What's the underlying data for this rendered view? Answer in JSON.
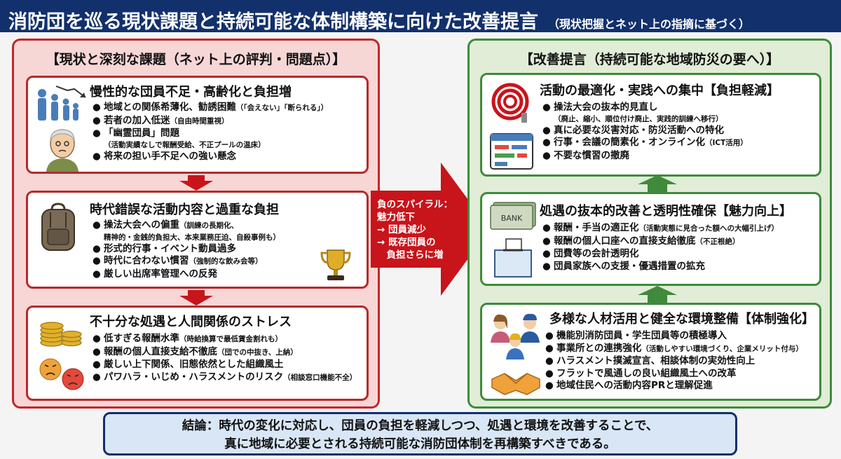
{
  "header": {
    "title": "消防団を巡る現状課題と持続可能な体制構築に向けた改善提言",
    "subtitle": "（現状把握とネット上の指摘に基づく）"
  },
  "left": {
    "heading": "【現状と深刻な課題（ネット上の評判・問題点）】",
    "boxes": [
      {
        "title": "慢性的な団員不足・高齢化と負担増",
        "items": [
          {
            "text": "地域との関係希薄化、勧誘困難",
            "note": "（「会えない」「断られる」）"
          },
          {
            "text": "若者の加入低迷",
            "note": "（自由時間重視）"
          },
          {
            "text": "「幽霊団員」問題",
            "note": ""
          },
          {
            "sub": "（活動実績なしで報酬受給、不正プールの温床）"
          },
          {
            "text": "将来の担い手不足への強い懸念",
            "note": ""
          }
        ]
      },
      {
        "title": "時代錯誤な活動内容と過重な負担",
        "items": [
          {
            "text": "操法大会への偏重",
            "note": "（訓練の長期化、"
          },
          {
            "sub": "精神的・金銭的負担大、本来業務圧迫、自殺事例も）"
          },
          {
            "text": "形式的行事・イベント動員過多",
            "note": ""
          },
          {
            "text": "時代に合わない慣習",
            "note": "（強制的な飲み会等）"
          },
          {
            "text": "厳しい出席率管理への反発",
            "note": ""
          }
        ]
      },
      {
        "title": "不十分な処遇と人間関係のストレス",
        "items": [
          {
            "text": "低すぎる報酬水準",
            "note": "（時給換算で最低賃金割れも）"
          },
          {
            "text": "報酬の個人直接支給不徹底",
            "note": "（団での中抜き、上納）"
          },
          {
            "text": "厳しい上下関係、旧態依然とした組織風土",
            "note": ""
          },
          {
            "text": "パワハラ・いじめ・ハラスメントのリスク",
            "note": "（相談窓口機能不全）"
          }
        ]
      }
    ]
  },
  "spiral": {
    "lines": [
      "負のスパイラル：",
      "魅力低下",
      "→ 団員減少",
      "→ 既存団員の",
      "　負担さらに増"
    ]
  },
  "right": {
    "heading": "【改善提言（持続可能な地域防災の要へ）】",
    "boxes": [
      {
        "title": "活動の最適化・実践への集中【負担軽減】",
        "items": [
          {
            "text": "操法大会の抜本的見直し",
            "note": ""
          },
          {
            "sub": "（廃止、縮小、順位付け廃止、実践的訓練へ移行）"
          },
          {
            "text": "真に必要な災害対応・防災活動への特化",
            "note": ""
          },
          {
            "text": "行事・会議の簡素化・オンライン化",
            "note": "（ICT活用）"
          },
          {
            "text": "不要な慣習の撤廃",
            "note": ""
          }
        ]
      },
      {
        "title": "処遇の抜本的改善と透明性確保【魅力向上】",
        "items": [
          {
            "text": "報酬・手当の適正化",
            "note": "（活動実態に見合った額への大幅引上げ）"
          },
          {
            "text": "報酬の個人口座への直接支給徹底",
            "note": "（不正根絶）"
          },
          {
            "text": "団費等の会計透明化",
            "note": ""
          },
          {
            "text": "団員家族への支援・優遇措置の拡充",
            "note": ""
          }
        ]
      },
      {
        "title": "多様な人材活用と健全な環境整備【体制強化】",
        "items": [
          {
            "text": "機能別消防団員・学生団員等の積極導入",
            "note": ""
          },
          {
            "text": "事業所との連携強化",
            "note": "（活動しやすい環境づくり、企業メリット付与）"
          },
          {
            "text": "ハラスメント撲滅宣言、相談体制の実効性向上",
            "note": ""
          },
          {
            "text": "フラットで風通しの良い組織風土への改革",
            "note": ""
          },
          {
            "text": "地域住民への活動内容PRと理解促進",
            "note": ""
          }
        ]
      }
    ]
  },
  "icons": {
    "bank_label": "BANK"
  },
  "conclusion": {
    "line1": "結論：時代の変化に対応し、団員の負担を軽減しつつ、処遇と環境を改善することで、",
    "line2": "真に地域に必要とされる持続可能な消防団体制を再構築すべきである。"
  },
  "colors": {
    "header_bg": "#12306b",
    "problem_red": "#c3262a",
    "arrow_red": "#c8141b",
    "solution_green": "#3f8a3b",
    "conclusion_bg": "#d8e6f5"
  }
}
